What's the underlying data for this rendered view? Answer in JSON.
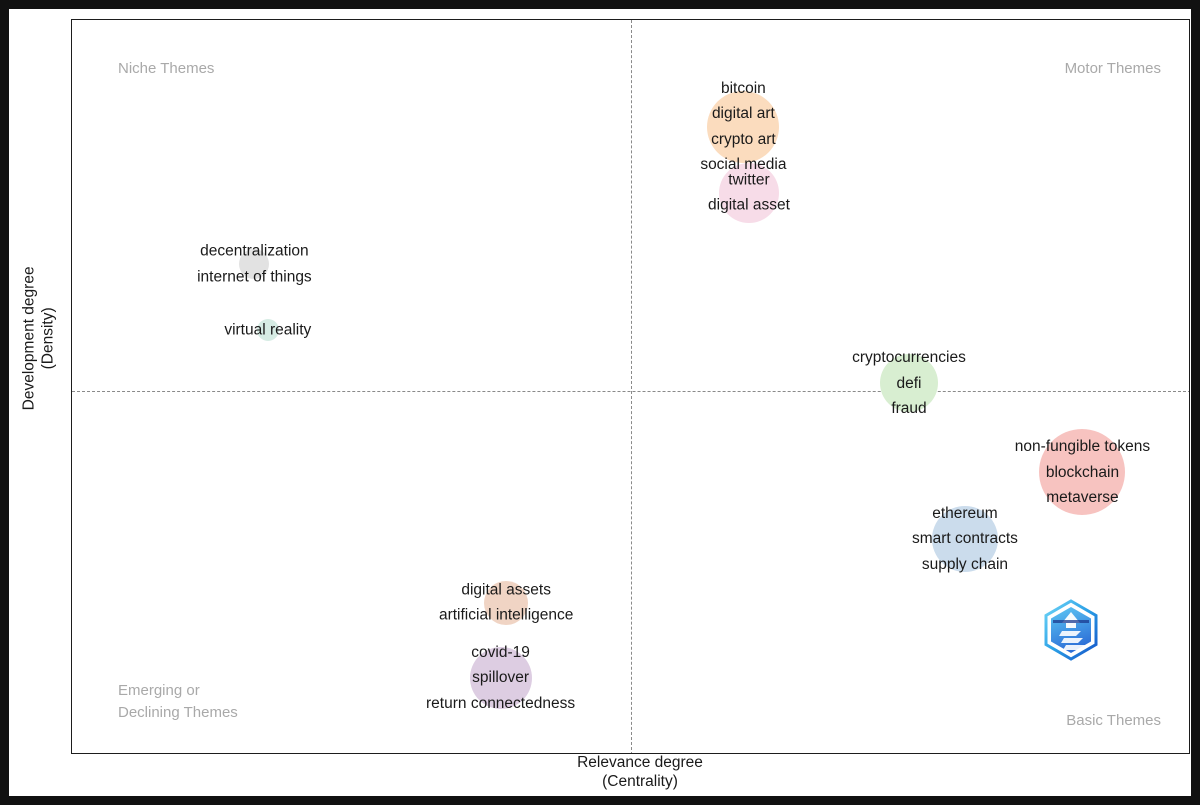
{
  "figure": {
    "type": "thematic-map",
    "x_axis_title": "Relevance degree\n(Centrality)",
    "y_axis_title": "Development degree\n(Density)"
  },
  "quadrants": {
    "top_left": "Niche Themes",
    "top_right": "Motor Themes",
    "bottom_left": "Emerging or\nDeclining Themes",
    "bottom_right": "Basic Themes"
  },
  "watermark": {
    "name": "hexagon-logo",
    "colors": [
      "#2aa7e8",
      "#1b66d6",
      "#7fd8f5"
    ]
  },
  "chart_data": {
    "type": "scatter",
    "title": "",
    "xlabel": "Relevance degree (Centrality)",
    "ylabel": "Development degree (Density)",
    "grid": false,
    "legend": "none",
    "quadrant_divider_x": 0.5,
    "quadrant_divider_y": 0.5,
    "xlim": [
      0,
      1
    ],
    "ylim": [
      0,
      1
    ],
    "clusters": [
      {
        "id": "bitcoin-cluster",
        "terms": [
          "bitcoin",
          "digital art",
          "crypto art",
          "social media"
        ],
        "color": "#fbdcbe",
        "x": 0.6,
        "y": 0.855,
        "size": 72,
        "quadrant": "Motor Themes"
      },
      {
        "id": "twitter-cluster",
        "terms": [
          "twitter",
          "digital asset"
        ],
        "color": "#f7dce8",
        "x": 0.605,
        "y": 0.765,
        "size": 60,
        "quadrant": "Motor Themes"
      },
      {
        "id": "iot-cluster",
        "terms": [
          "decentralization",
          "internet of things"
        ],
        "color": "#e2e2e2",
        "x": 0.163,
        "y": 0.668,
        "size": 30,
        "quadrant": "Niche Themes"
      },
      {
        "id": "virtual-reality-cluster",
        "terms": [
          "virtual reality"
        ],
        "color": "#d6ece4",
        "x": 0.175,
        "y": 0.578,
        "size": 22,
        "quadrant": "Niche Themes"
      },
      {
        "id": "defi-cluster",
        "terms": [
          "cryptocurrencies",
          "defi",
          "fraud"
        ],
        "color": "#d8eed1",
        "x": 0.748,
        "y": 0.506,
        "size": 58,
        "quadrant": "Motor Themes"
      },
      {
        "id": "nft-cluster",
        "terms": [
          "non-fungible tokens",
          "blockchain",
          "metaverse"
        ],
        "color": "#f7c3c0",
        "x": 0.903,
        "y": 0.385,
        "size": 86,
        "quadrant": "Motor Themes"
      },
      {
        "id": "ethereum-cluster",
        "terms": [
          "ethereum",
          "smart contracts",
          "supply chain"
        ],
        "color": "#cbdcec",
        "x": 0.798,
        "y": 0.294,
        "size": 66,
        "quadrant": "Basic Themes"
      },
      {
        "id": "digital-assets-cluster",
        "terms": [
          "digital assets",
          "artificial intelligence"
        ],
        "color": "#f0d4c4",
        "x": 0.388,
        "y": 0.207,
        "size": 44,
        "quadrant": "Emerging or Declining Themes"
      },
      {
        "id": "spillover-cluster",
        "terms": [
          "covid-19",
          "spillover",
          "return connectedness"
        ],
        "color": "#ddcde2",
        "x": 0.383,
        "y": 0.105,
        "size": 62,
        "quadrant": "Emerging or Declining Themes"
      }
    ]
  }
}
